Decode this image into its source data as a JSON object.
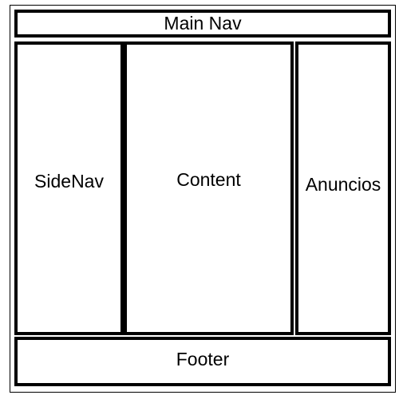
{
  "layout": {
    "main_nav": "Main Nav",
    "side_nav": "SideNav",
    "content": "Content",
    "ads": "Anuncios",
    "footer": "Footer"
  }
}
